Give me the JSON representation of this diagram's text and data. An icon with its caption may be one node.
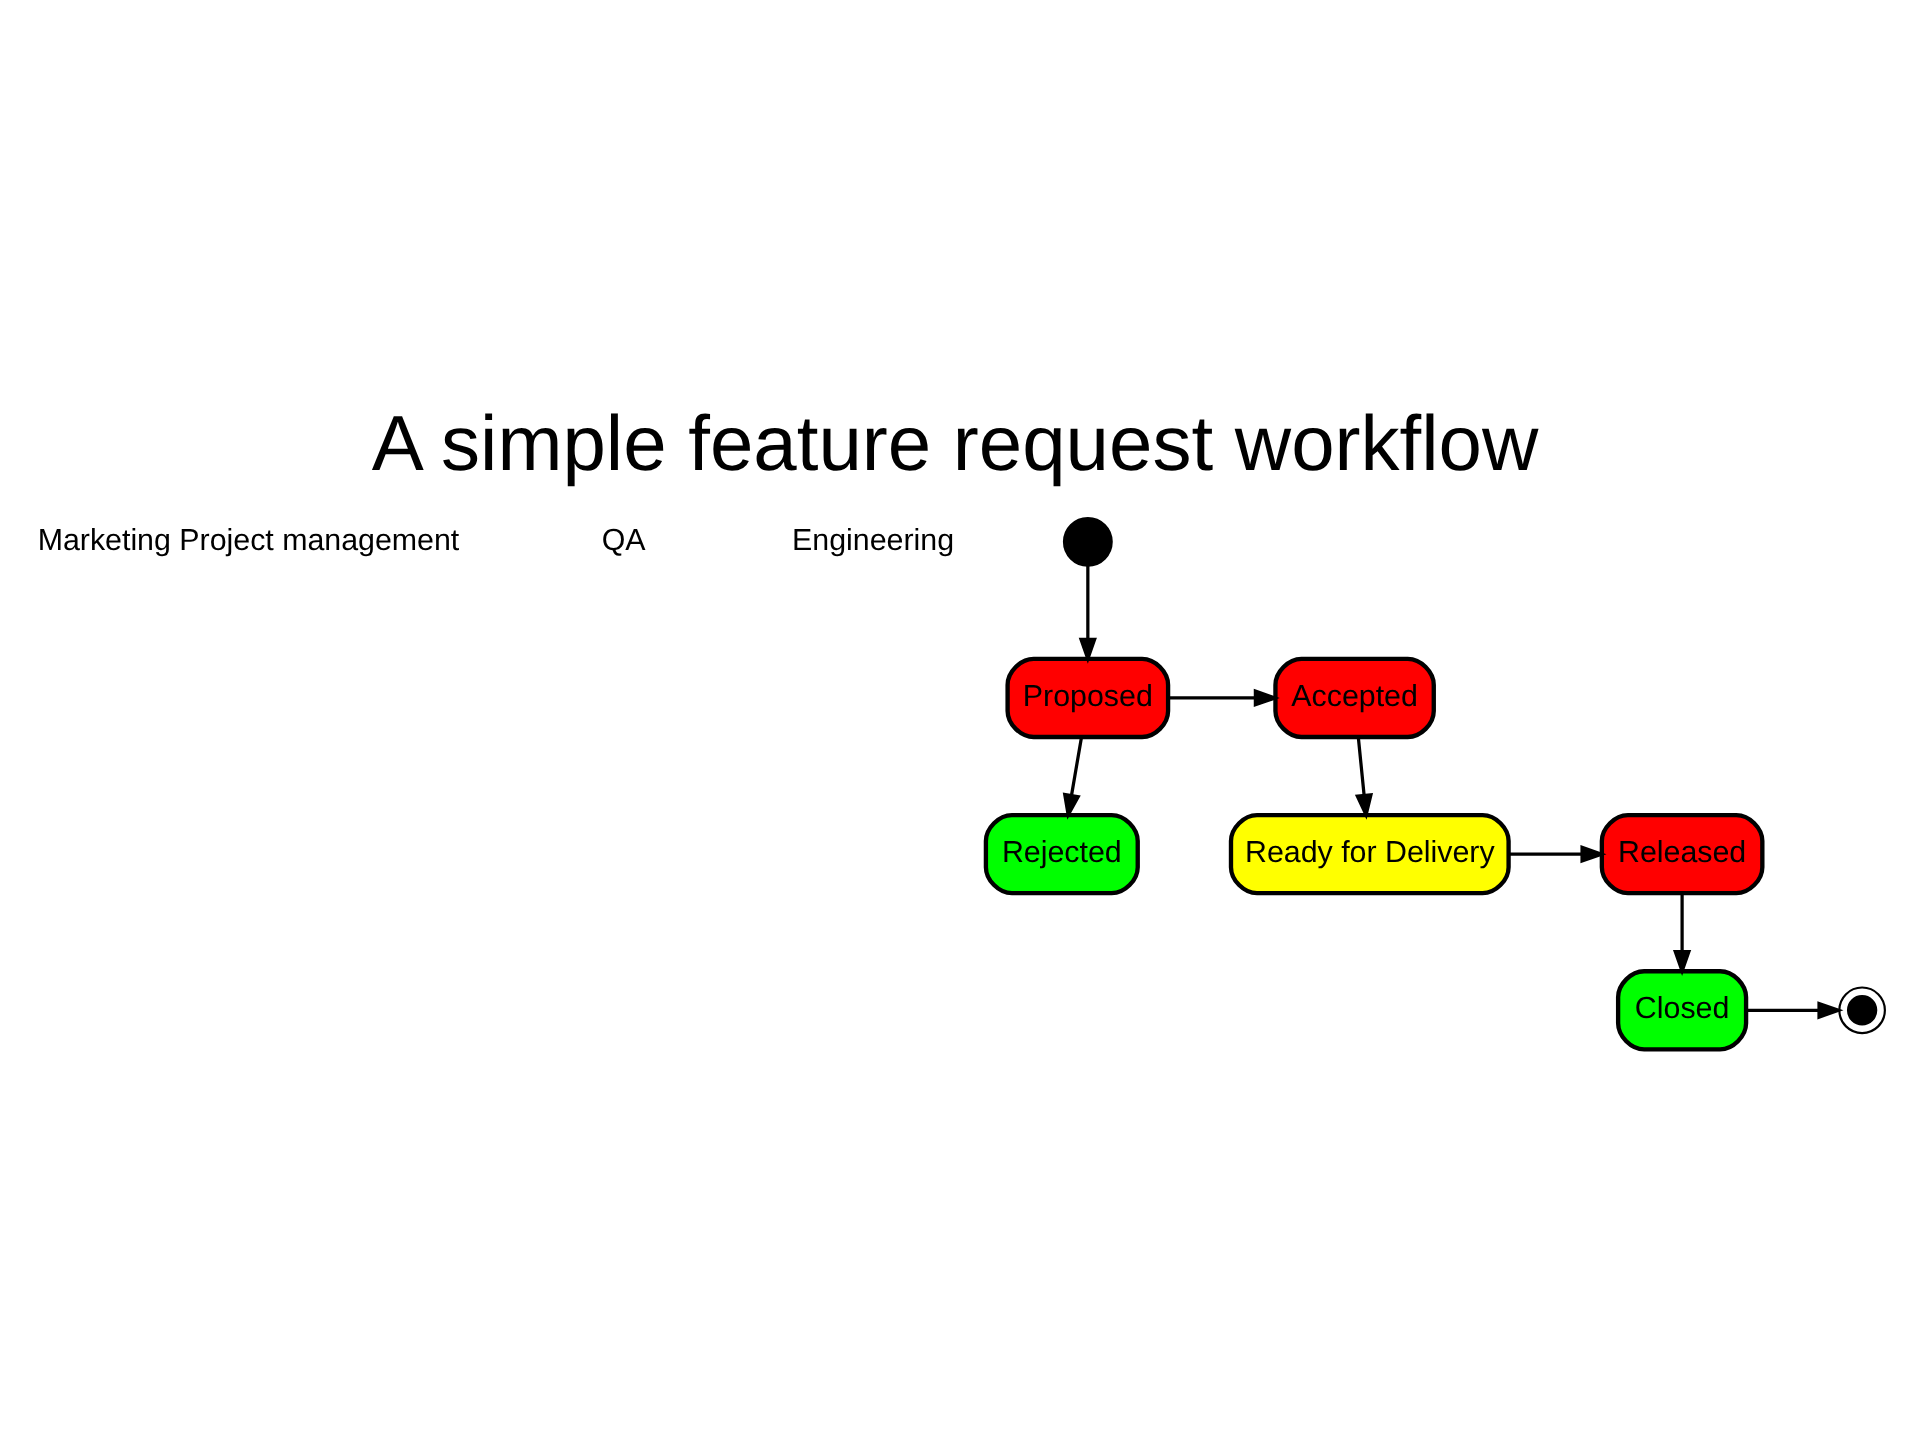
{
  "diagram": {
    "title": "A simple feature request workflow",
    "nodes": [
      {
        "text": [],
        "shape": "circle"
      },
      {
        "text": [
          "Proposed"
        ]
      },
      {
        "text": [
          "Accepted"
        ]
      },
      {
        "text": [
          "Rejected"
        ]
      },
      {
        "text": [
          "Ready for Delivery"
        ]
      },
      {
        "text": [
          "Released"
        ]
      },
      {
        "text": [
          "Closed"
        ]
      },
      {
        "text": [],
        "shape": "circle"
      }
    ],
    "edges": [
      {
        "from": 0,
        "to": 1,
        "arrow": "to"
      },
      {
        "from": 1,
        "to": 2,
        "arrow": "to"
      },
      {
        "from": 1,
        "to": 3,
        "arrow": "to"
      },
      {
        "from": 2,
        "to": 4,
        "arrow": "to"
      },
      {
        "from": 4,
        "to": 5,
        "arrow": "to"
      },
      {
        "from": 5,
        "to": 6,
        "arrow": "to"
      },
      {
        "from": 6,
        "to": 7,
        "arrow": "to"
      }
    ],
    "labels": [
      "Marketing Project management",
      "QA",
      "Engineering"
    ]
  }
}
